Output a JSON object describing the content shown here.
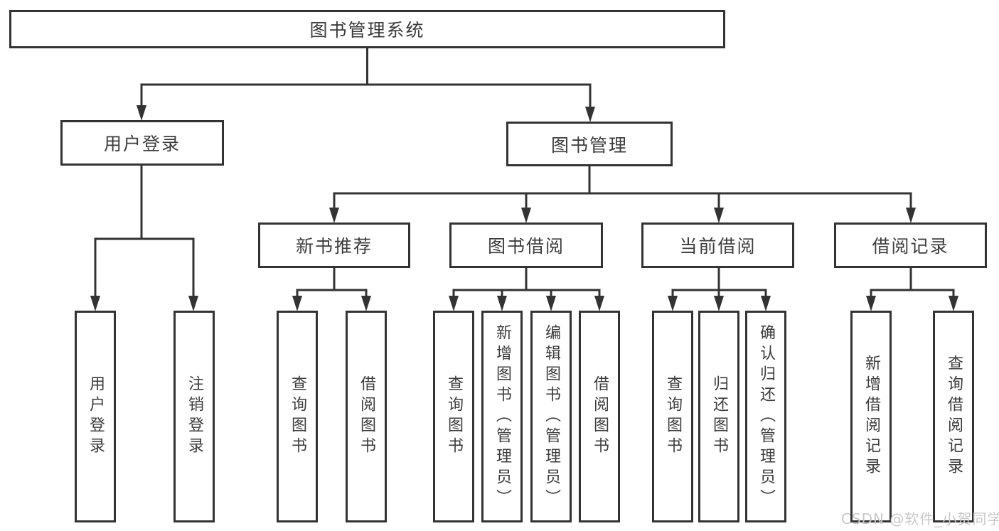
{
  "diagram": {
    "root": {
      "label": "图书管理系统"
    },
    "branches": [
      {
        "label": "用户登录",
        "children": [
          {
            "label": "用户登录"
          },
          {
            "label": "注销登录"
          }
        ]
      },
      {
        "label": "图书管理",
        "children": [
          {
            "label": "新书推荐",
            "children": [
              {
                "label": "查询图书"
              },
              {
                "label": "借阅图书"
              }
            ]
          },
          {
            "label": "图书借阅",
            "children": [
              {
                "label": "查询图书"
              },
              {
                "label": "新增图书（管理员）"
              },
              {
                "label": "编辑图书（管理员）"
              },
              {
                "label": "借阅图书"
              }
            ]
          },
          {
            "label": "当前借阅",
            "children": [
              {
                "label": "查询图书"
              },
              {
                "label": "归还图书"
              },
              {
                "label": "确认归还（管理员）"
              }
            ]
          },
          {
            "label": "借阅记录",
            "children": [
              {
                "label": "新增借阅记录"
              },
              {
                "label": "查询借阅记录"
              }
            ]
          }
        ]
      }
    ]
  },
  "watermark": {
    "text": "CSDN @软件_小贺同学"
  },
  "colors": {
    "line": "#333333",
    "box_border": "#333333",
    "box_fill": "#ffffff",
    "text": "#3c3c3c",
    "watermark": "#c8c8c8",
    "background": "#ffffff"
  }
}
